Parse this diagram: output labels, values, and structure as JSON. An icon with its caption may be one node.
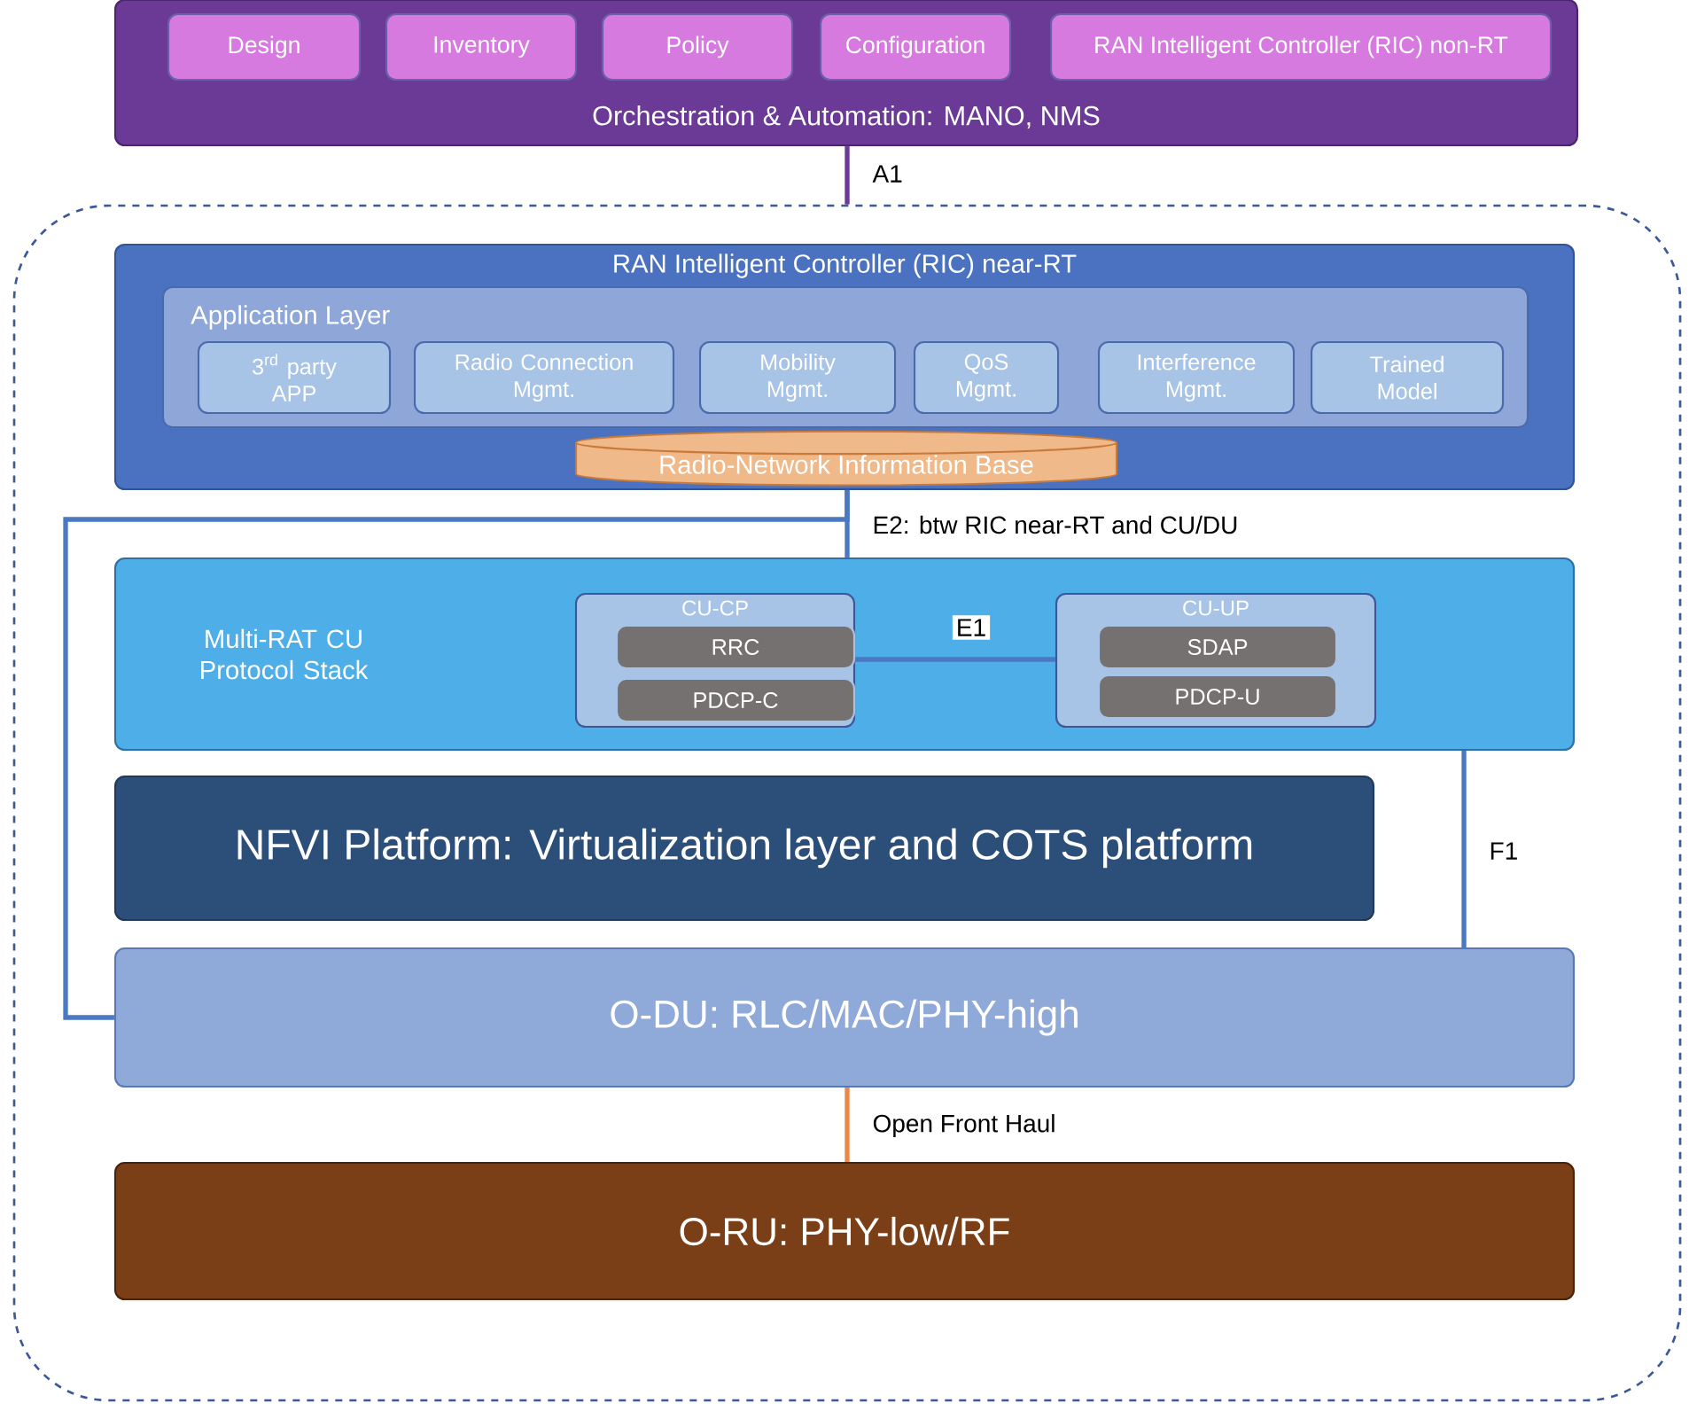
{
  "diagram": {
    "nodes": [
      {
        "text": [
          "Orchestration & Automation: MANO, NMS"
        ]
      },
      {
        "text": [
          "Design"
        ],
        "in": 0
      },
      {
        "text": [
          "Inventory"
        ],
        "in": 0
      },
      {
        "text": [
          "Policy"
        ],
        "in": 0
      },
      {
        "text": [
          "Configuration"
        ],
        "in": 0
      },
      {
        "text": [
          "RAN Intelligent Controller (RIC) non-RT"
        ],
        "in": 0
      },
      {
        "text": [],
        "shape": "box"
      },
      {
        "text": [
          "RAN Intelligent Controller (RIC) near-RT"
        ],
        "in": 6
      },
      {
        "text": [
          "Application Layer"
        ],
        "in": 7
      },
      {
        "text": [
          "3$^{rd}$ party APP"
        ],
        "in": 8
      },
      {
        "text": [
          "Radio Connection Mgmt."
        ],
        "in": 8
      },
      {
        "text": [
          "Mobility Mgmt."
        ],
        "in": 8
      },
      {
        "text": [
          "QoS Mgmt."
        ],
        "in": 8
      },
      {
        "text": [
          "Interference Mgmt."
        ],
        "in": 8
      },
      {
        "text": [
          "Trained Model"
        ],
        "in": 8
      },
      {
        "text": [
          "Radio-Network Information Base"
        ],
        "in": 7
      },
      {
        "text": [
          "Multi-RAT CU Protocol Stack"
        ],
        "in": 6
      },
      {
        "text": [
          "CU-CP"
        ],
        "in": 16
      },
      {
        "text": [
          "RRC"
        ],
        "in": 17
      },
      {
        "text": [
          "PDCP-C"
        ],
        "in": 17
      },
      {
        "text": [
          "CU-UP"
        ],
        "in": 16
      },
      {
        "text": [
          "SDAP"
        ],
        "in": 20
      },
      {
        "text": [
          "PDCP-U"
        ],
        "in": 20
      },
      {
        "text": [
          "NFVI Platform: Virtualization layer and COTS platform"
        ],
        "in": 6
      },
      {
        "text": [
          "O-DU: RLC/MAC/PHY-high"
        ],
        "in": 6
      },
      {
        "text": [
          "O-RU: PHY-low/RF"
        ],
        "in": 6
      }
    ],
    "edges": [
      {
        "from": 0,
        "to": 6,
        "arrow": "none",
        "label": "A1",
        "color": "#6a3a96"
      },
      {
        "from": 7,
        "to": 16,
        "arrow": "none",
        "label": "E2: btw RIC near-RT and CU/DU"
      },
      {
        "from": 7,
        "to": 24,
        "arrow": "none"
      },
      {
        "from": 17,
        "to": 20,
        "arrow": "none",
        "label": "E1"
      },
      {
        "from": 16,
        "to": 24,
        "arrow": "none",
        "label": "F1"
      },
      {
        "from": 24,
        "to": 25,
        "arrow": "none",
        "label": "Open Front Haul",
        "color": "#e8874a"
      }
    ]
  }
}
